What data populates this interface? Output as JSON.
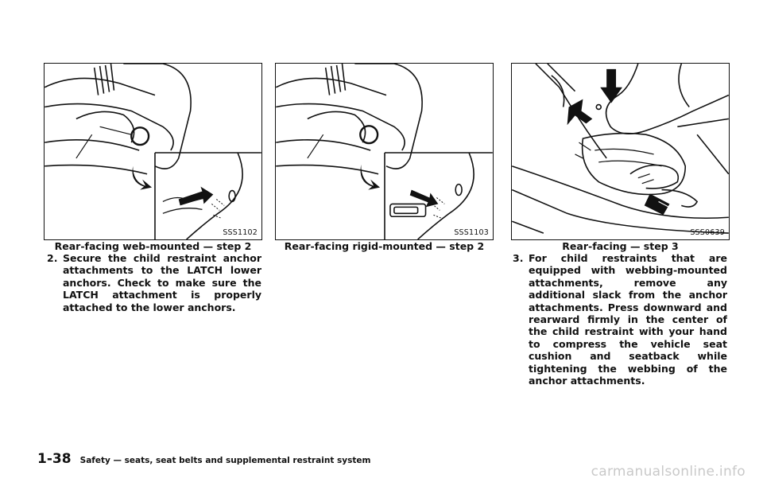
{
  "figures": [
    {
      "code": "SSS1102",
      "caption": "Rear-facing web-mounted — step 2"
    },
    {
      "code": "SSS1103",
      "caption": "Rear-facing rigid-mounted — step 2"
    },
    {
      "code": "SSS0639",
      "caption": "Rear-facing — step 3"
    }
  ],
  "steps": [
    {
      "number": "2.",
      "text": "Secure the child restraint anchor attachments to the LATCH lower anchors. Check to make sure the LATCH attachment is properly attached to the lower anchors."
    },
    {
      "number": "3.",
      "text": "For child restraints that are equipped with webbing-mounted attachments, remove any additional slack from the anchor attachments. Press downward and rearward firmly in the center of the child restraint with your hand to compress the vehicle seat cushion and seatback while tightening the webbing of the anchor attachments."
    }
  ],
  "footer": {
    "page": "1-38",
    "section": "Safety — seats, seat belts and supplemental restraint system"
  },
  "watermark": "carmanualsonline.info"
}
